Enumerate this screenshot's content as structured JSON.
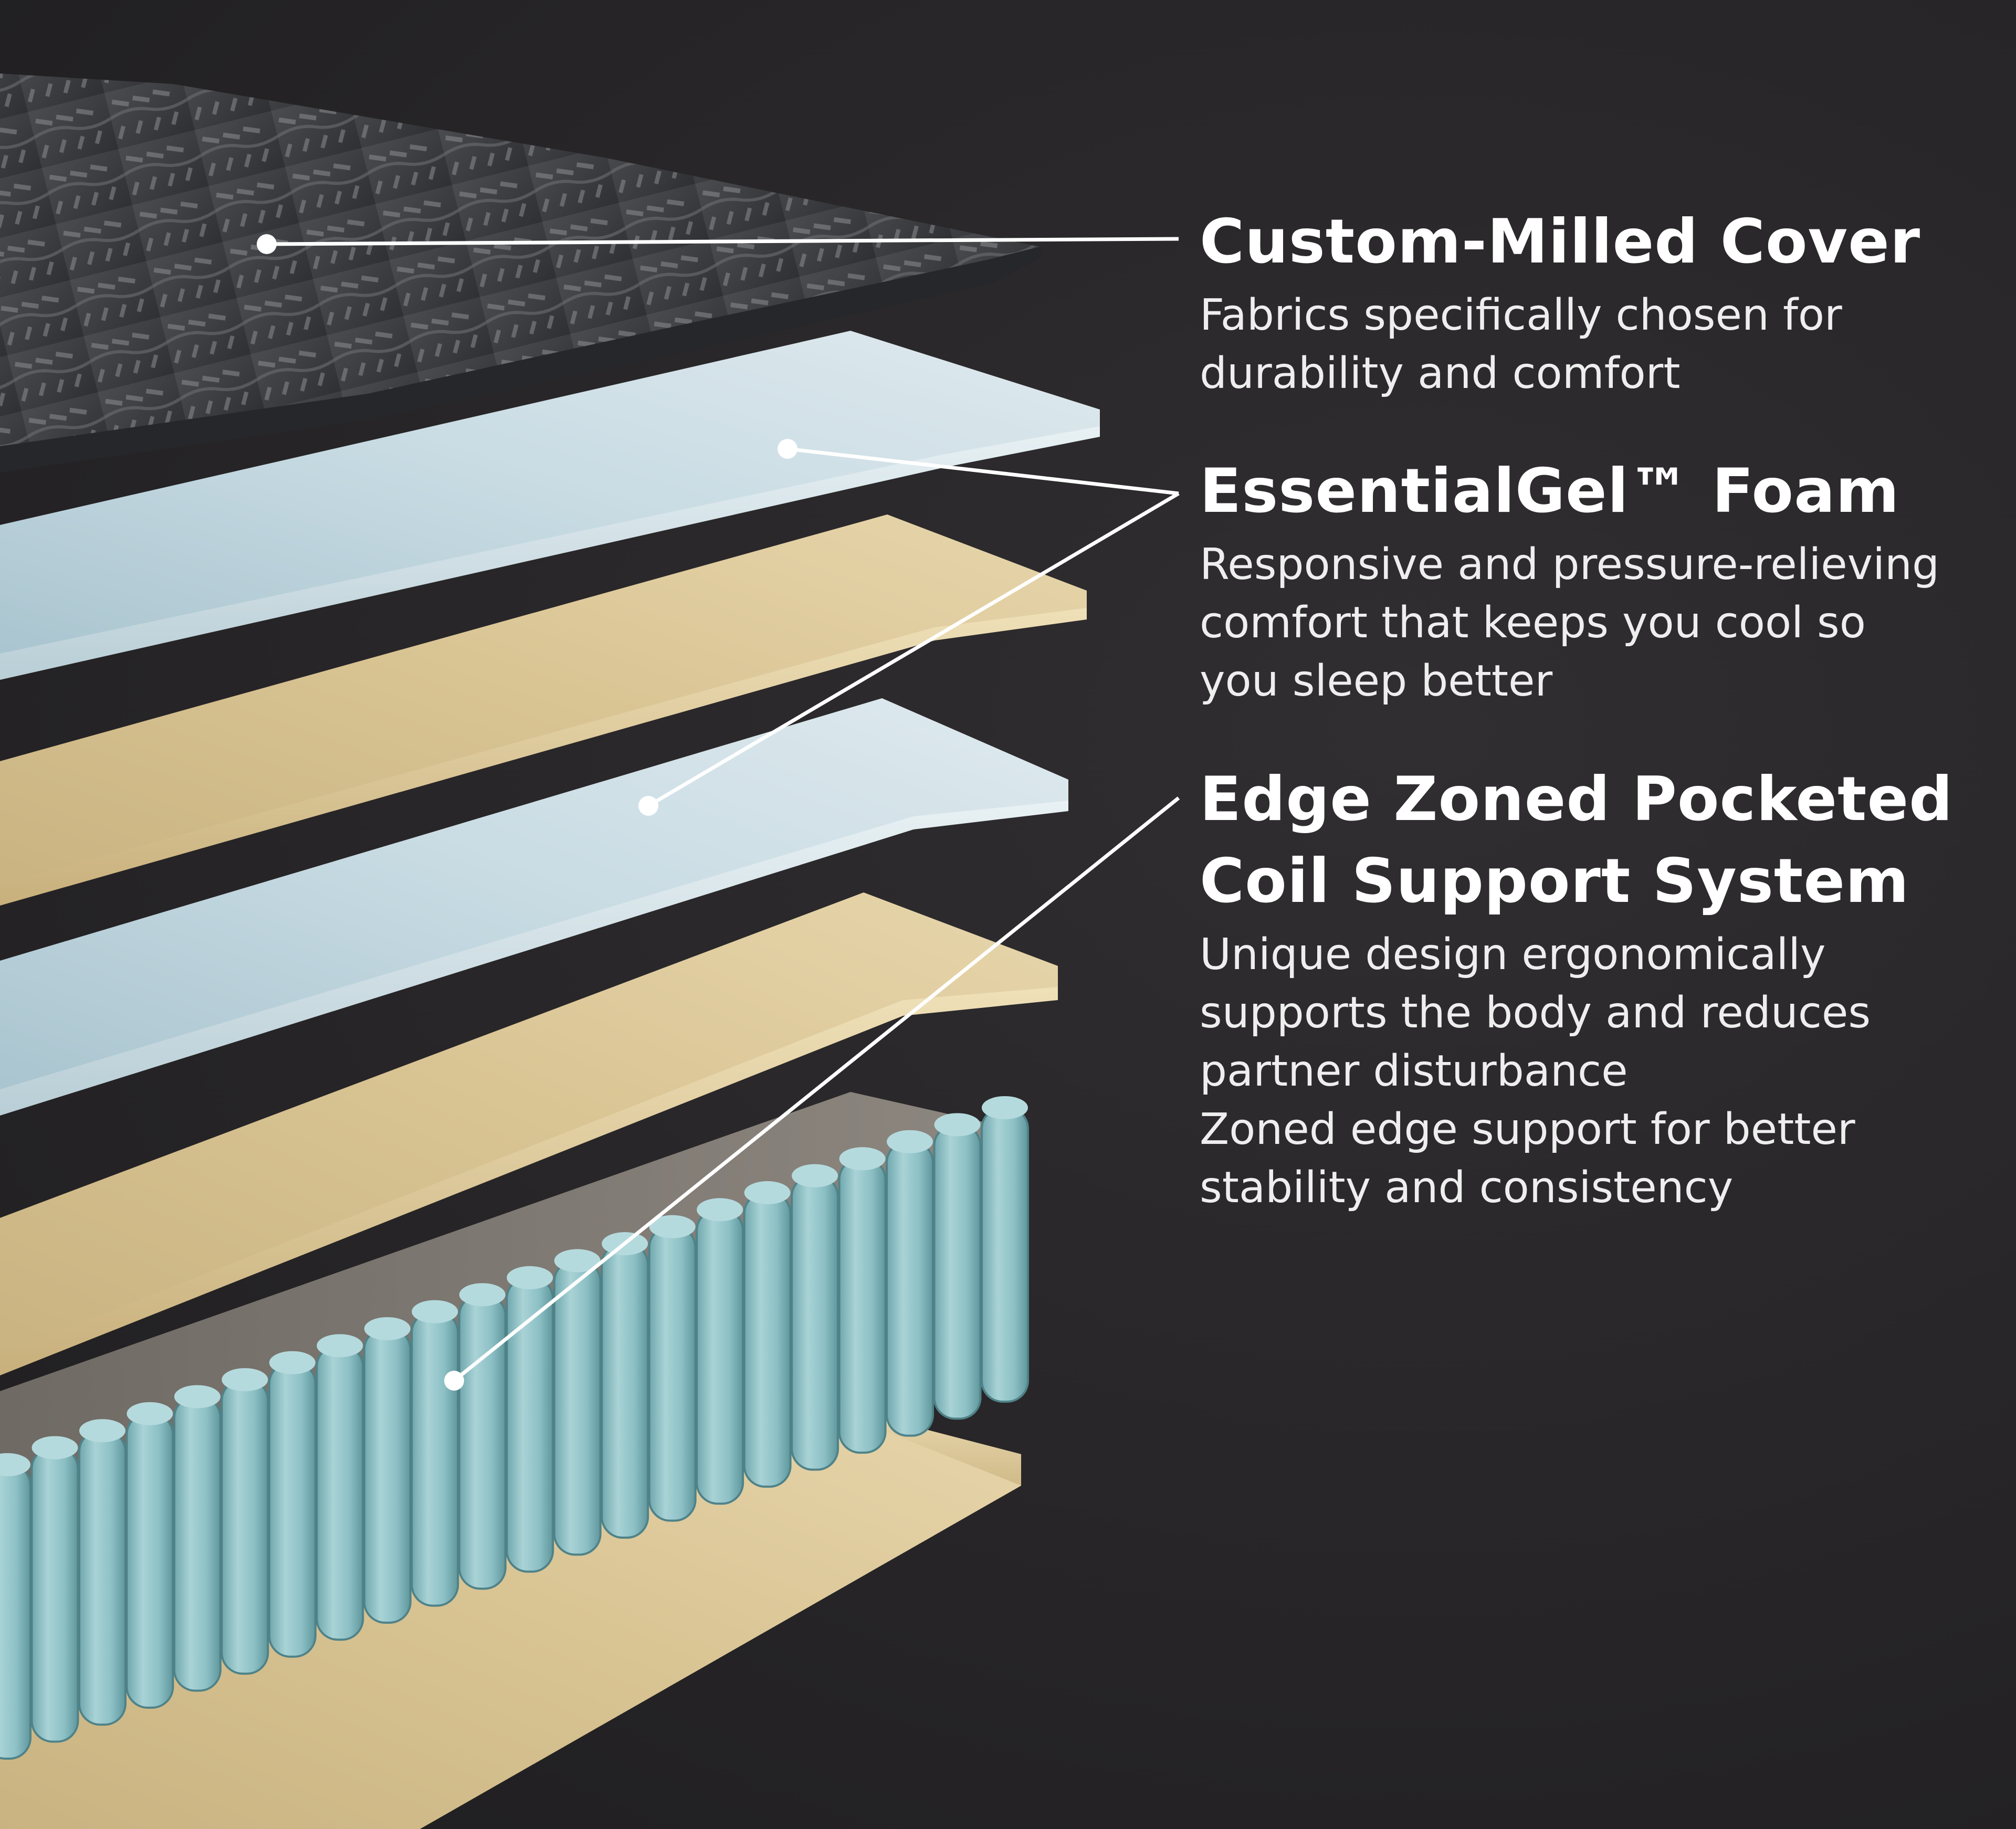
{
  "diagram": {
    "callouts": [
      {
        "title": "Custom-Milled Cover",
        "description": "Fabrics specifically chosen for\ndurability and comfort"
      },
      {
        "title": "EssentialGel™ Foam",
        "description": "Responsive and pressure-relieving\ncomfort that keeps you cool so\nyou sleep better"
      },
      {
        "title": "Edge Zoned Pocketed\nCoil Support System",
        "description": "Unique design ergonomically\nsupports the body and reduces\npartner disturbance\nZoned edge support for better\nstability and consistency"
      }
    ],
    "colors": {
      "background": "#272527",
      "cover": "#3a3b3e",
      "gel_foam": "#c9dde4",
      "comfort_foam": "#d9c495",
      "coil": "#8ebfc4",
      "leader_line": "#ffffff"
    }
  }
}
